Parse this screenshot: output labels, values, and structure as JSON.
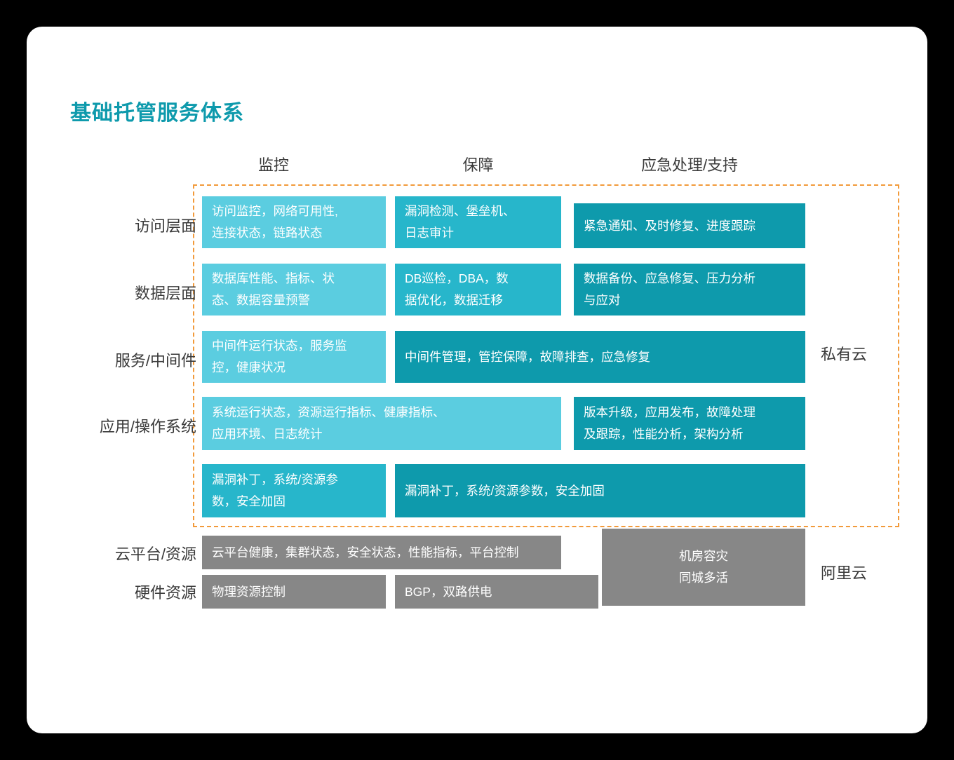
{
  "title": "基础托管服务体系",
  "columns": [
    {
      "label": "监控"
    },
    {
      "label": "保障"
    },
    {
      "label": "应急处理/支持"
    }
  ],
  "row_labels": [
    {
      "label": "访问层面"
    },
    {
      "label": "数据层面"
    },
    {
      "label": "服务/中间件"
    },
    {
      "label": "应用/操作系统"
    },
    {
      "label": "云平台/资源"
    },
    {
      "label": "硬件资源"
    }
  ],
  "side_labels": [
    {
      "label": "私有云"
    },
    {
      "label": "阿里云"
    }
  ],
  "cells": {
    "r1c1_line1": "访问监控，网络可用性,",
    "r1c1_line2": "连接状态，链路状态",
    "r1c2_line1": "漏洞检测、堡垒机、",
    "r1c2_line2": "日志审计",
    "r1c3": "紧急通知、及时修复、进度跟踪",
    "r2c1_line1": "数据库性能、指标、状",
    "r2c1_line2": "态、数据容量预警",
    "r2c2_line1": "DB巡检，DBA，数",
    "r2c2_line2": "据优化，数据迁移",
    "r2c3_line1": "数据备份、应急修复、压力分析",
    "r2c3_line2": "与应对",
    "r3c1_line1": "中间件运行状态，服务监",
    "r3c1_line2": "控，健康状况",
    "r3c23": "中间件管理，管控保障，故障排查，应急修复",
    "r4c12_line1": "系统运行状态，资源运行指标、健康指标、",
    "r4c12_line2": "应用环境、日志统计",
    "r4c3_line1": "版本升级，应用发布，故障处理",
    "r4c3_line2": "及跟踪，性能分析，架构分析",
    "r5c1_line1": "漏洞补丁，系统/资源参",
    "r5c1_line2": "数，安全加固",
    "r5c23": "漏洞补丁，系统/资源参数，安全加固",
    "r6c12": "云平台健康，集群状态，安全状态，性能指标，平台控制",
    "r6c3_line1": "机房容灾",
    "r6c3_line2": "同城多活",
    "r7c1": "物理资源控制",
    "r7c2": "BGP，双路供电"
  },
  "colors": {
    "accent": "#0E9AAC",
    "light": "#5BCDE0",
    "mid": "#27B6CB",
    "dark": "#0E9AAC",
    "gray": "#878787",
    "dashed_border": "#F29A3A"
  }
}
